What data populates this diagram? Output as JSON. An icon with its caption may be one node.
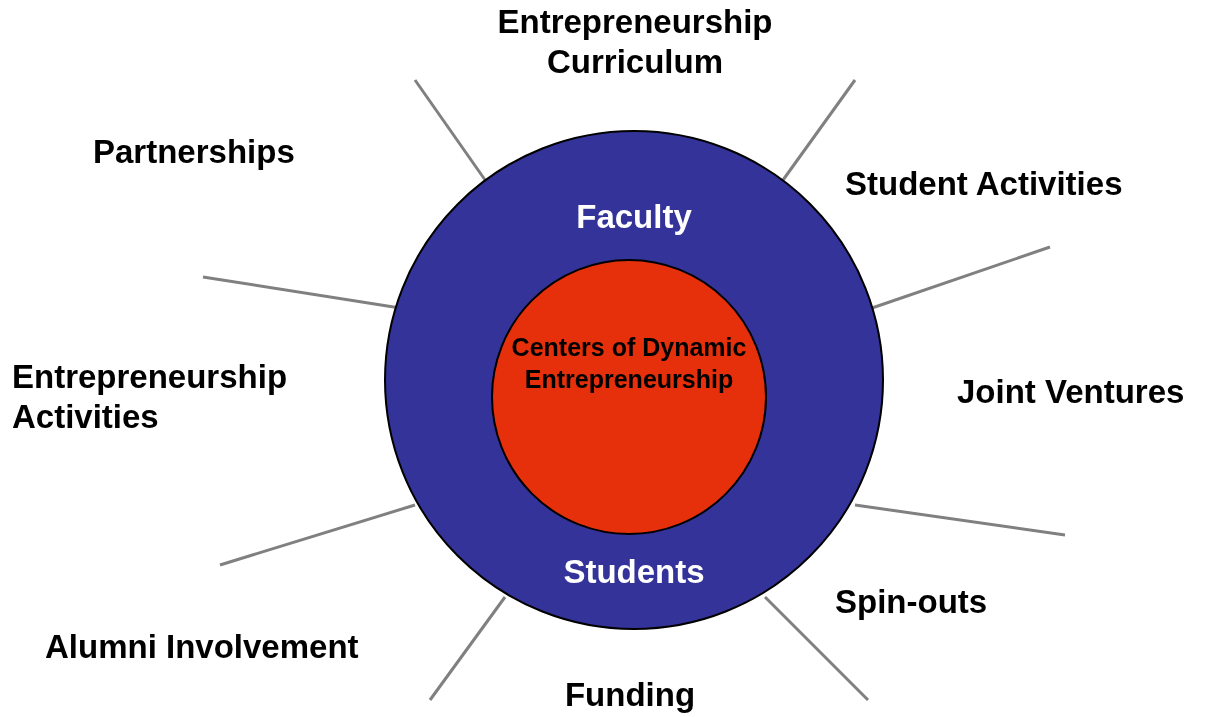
{
  "diagram": {
    "nodes": [
      {
        "text": [
          "Faculty",
          "Students"
        ]
      },
      {
        "text": [
          "Centers of Dynamic Entrepreneurship"
        ],
        "in": 0
      }
    ],
    "labels": [
      "Entrepreneurship Curriculum",
      "Partnerships",
      "Student Activities",
      "Entrepreneurship Activities",
      "Joint Ventures",
      "Spin-outs",
      "Alumni Involvement",
      "Funding"
    ]
  }
}
